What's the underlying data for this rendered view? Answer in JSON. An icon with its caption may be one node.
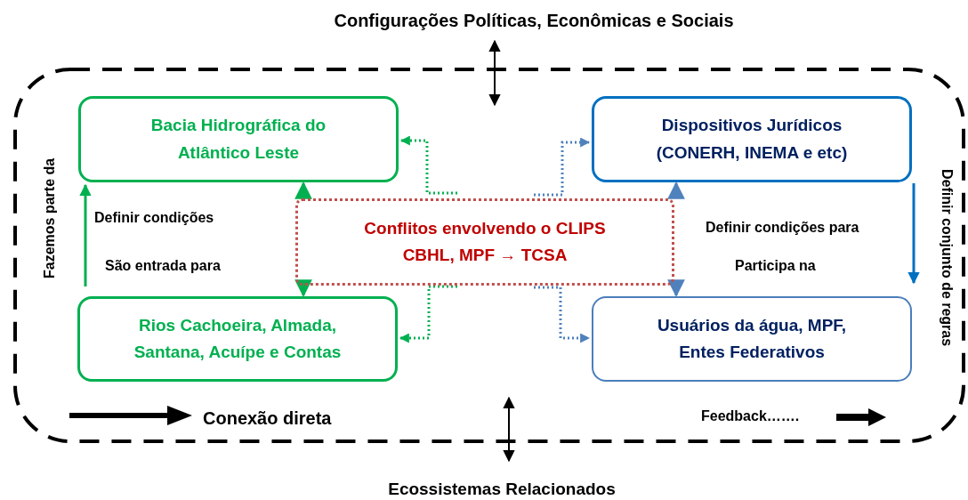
{
  "diagram": {
    "title": "Configurações Políticas, Econômicas e Sociais",
    "nodes": [
      {
        "text": [],
        "shape": "box"
      },
      {
        "text": [
          "Bacia Hidrográfica do Atlântico Leste"
        ],
        "in": 0
      },
      {
        "text": [
          "Rios Cachoeira, Almada, Santana, Acuípe e Contas"
        ],
        "in": 0
      },
      {
        "text": [
          "Conflitos envolvendo o CLIPS CBHL, MPF → TCSA"
        ],
        "in": 0
      },
      {
        "text": [
          "Dispositivos Jurídicos (CONERH, INEMA e etc)"
        ],
        "in": 0
      },
      {
        "text": [
          "Usuários da água, MPF, Entes Federativos"
        ],
        "in": 0
      },
      {
        "text": [
          "Ecossistemas Relacionados"
        ]
      }
    ],
    "edges": [
      {
        "from": null,
        "to": 0,
        "arrow": "both",
        "color": "#000000"
      },
      {
        "from": 6,
        "to": 0,
        "arrow": "both",
        "color": "#000000"
      },
      {
        "from": 2,
        "to": 1,
        "arrow": "to",
        "color": "#00b050"
      },
      {
        "from": 3,
        "to": 1,
        "arrow": "to",
        "color": "#00b050"
      },
      {
        "from": 3,
        "to": 2,
        "arrow": "to",
        "color": "#00b050"
      },
      {
        "from": 3,
        "to": 4,
        "arrow": "to",
        "color": "#4f81bd"
      },
      {
        "from": 3,
        "to": 5,
        "arrow": "to",
        "color": "#4f81bd"
      },
      {
        "from": 3,
        "to": 1,
        "arrow": "to",
        "style": "dashed",
        "color": "#00b050"
      },
      {
        "from": 3,
        "to": 2,
        "arrow": "to",
        "style": "dashed",
        "color": "#00b050"
      },
      {
        "from": 3,
        "to": 4,
        "arrow": "to",
        "style": "dashed",
        "color": "#4f81bd"
      },
      {
        "from": 3,
        "to": 5,
        "arrow": "to",
        "style": "dashed",
        "color": "#4f81bd"
      },
      {
        "from": 4,
        "to": 5,
        "arrow": "to",
        "color": "#0070c0"
      }
    ],
    "labels": [
      "Fazemos parte da",
      "Definir condições",
      "São entrada para",
      "Definir condições para",
      "Participa na",
      "Definir conjunto de regras"
    ],
    "legend": [
      {
        "text": "Conexão direta"
      },
      {
        "text": "Feedback……."
      }
    ]
  }
}
